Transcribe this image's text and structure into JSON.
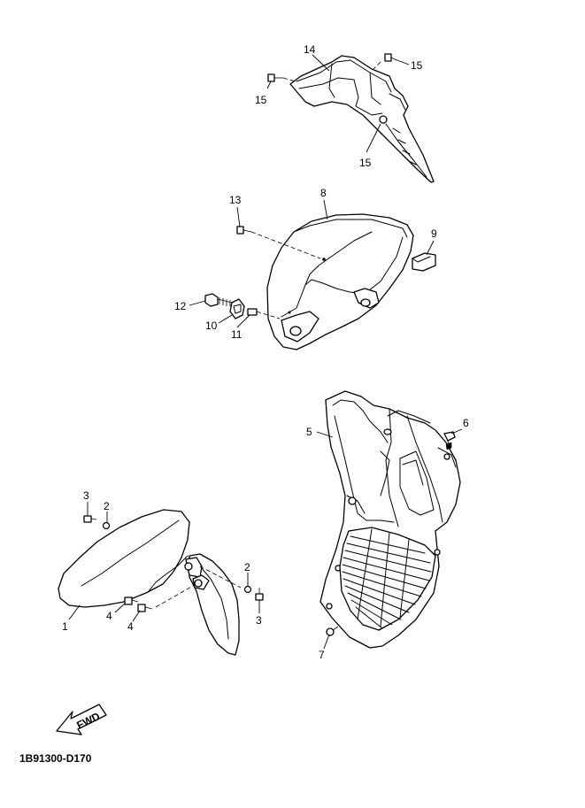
{
  "diagram_code": "1B91300-D170",
  "fwd_label": "FWD",
  "callouts": {
    "c14": "14",
    "c15a": "15",
    "c15b": "15",
    "c15c": "15",
    "c13": "13",
    "c8": "8",
    "c9": "9",
    "c12": "12",
    "c10": "10",
    "c11": "11",
    "c5": "5",
    "c6": "6",
    "c7": "7",
    "c3a": "3",
    "c2a": "2",
    "c1": "1",
    "c4a": "4",
    "c4b": "4",
    "c2b": "2",
    "c3b": "3"
  }
}
